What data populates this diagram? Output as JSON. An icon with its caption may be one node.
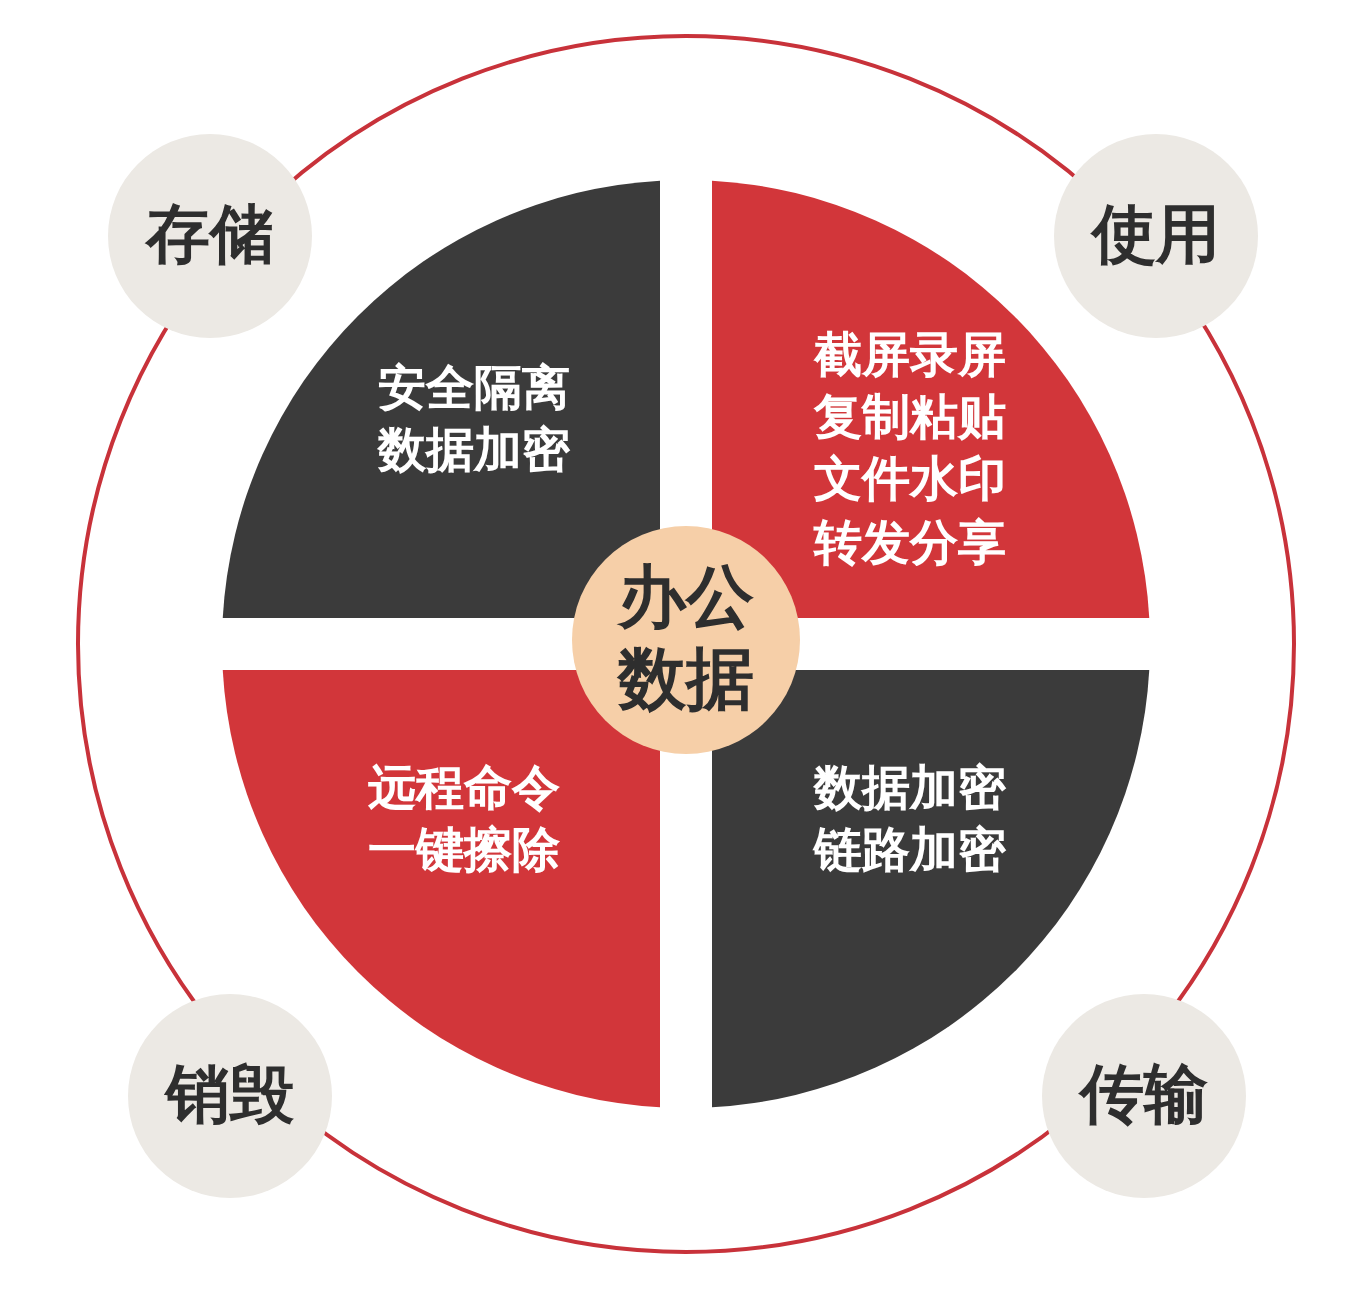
{
  "diagram": {
    "nodes": [
      {
        "text": [
          "存储"
        ]
      },
      {
        "text": [
          "使用"
        ]
      },
      {
        "text": [
          "安全隔离",
          "数据加密"
        ]
      },
      {
        "text": [
          "截屏录屏",
          "复制粘贴",
          "文件水印",
          "转发分享"
        ]
      },
      {
        "text": [
          "办公数据"
        ]
      },
      {
        "text": [
          "远程命令",
          "一键擦除"
        ]
      },
      {
        "text": [
          "数据加密",
          "链路加密"
        ]
      },
      {
        "text": [
          "销毁"
        ]
      },
      {
        "text": [
          "传输"
        ]
      }
    ],
    "edges": []
  }
}
